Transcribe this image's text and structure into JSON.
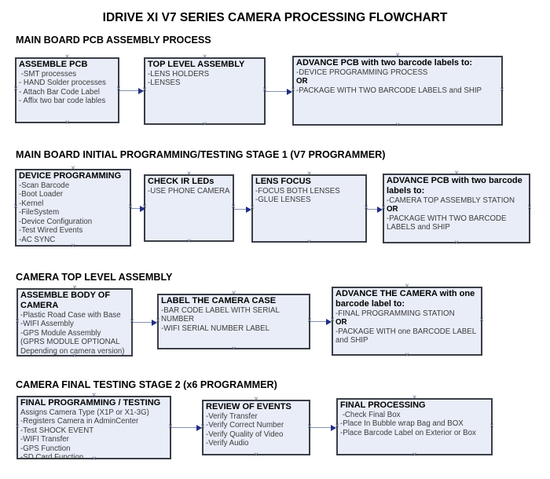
{
  "title": "IDRIVE XI V7 SERIES CAMERA PROCESSING FLOWCHART",
  "icons": {
    "connection_point": "×"
  },
  "colors": {
    "box_fill": "#e9edf8",
    "box_border": "#3a3e46",
    "arrow_line": "#8391b5",
    "arrow_head": "#202e88",
    "connection_point": "#6e7791"
  },
  "sections": [
    {
      "header": "MAIN BOARD PCB ASSEMBLY PROCESS",
      "boxes": [
        {
          "heading": "ASSEMBLE PCB",
          "lines": [
            " -SMT processes",
            "- HAND Solder processes",
            "- Attach Bar Code Label",
            "- Affix two bar code lables"
          ]
        },
        {
          "heading": "TOP LEVEL ASSEMBLY",
          "lines": [
            "-LENS HOLDERS",
            "-LENSES"
          ]
        },
        {
          "heading": "ADVANCE PCB with two barcode labels to:",
          "lines": [
            "-DEVICE PROGRAMMING PROCESS",
            "OR",
            "-PACKAGE WITH TWO BARCODE LABELS and SHIP"
          ]
        }
      ]
    },
    {
      "header": "MAIN BOARD INITIAL PROGRAMMING/TESTING STAGE 1 (V7 PROGRAMMER)",
      "boxes": [
        {
          "heading": "DEVICE PROGRAMMING",
          "lines": [
            "-Scan Barcode",
            "-Boot Loader",
            "-Kernel",
            "-FileSystem",
            "-Device Configuration",
            "-Test Wired Events",
            "-AC SYNC"
          ]
        },
        {
          "heading": "CHECK IR LEDs",
          "lines": [
            "-USE PHONE CAMERA"
          ]
        },
        {
          "heading": "LENS FOCUS",
          "lines": [
            "-FOCUS BOTH LENSES",
            "-GLUE LENSES"
          ]
        },
        {
          "heading": "ADVANCE PCB with two barcode labels to:",
          "lines": [
            "-CAMERA TOP ASSEMBLY STATION",
            "OR",
            "-PACKAGE WITH TWO BARCODE LABELS and SHIP"
          ]
        }
      ]
    },
    {
      "header": "CAMERA TOP LEVEL ASSEMBLY",
      "boxes": [
        {
          "heading": "ASSEMBLE BODY OF CAMERA",
          "lines": [
            "-Plastic Road Case with Base",
            "-WIFI Assembly",
            "-GPS Module Assembly",
            "(GPRS MODULE OPTIONAL",
            "Depending on camera version)"
          ]
        },
        {
          "heading": "LABEL THE CAMERA CASE",
          "lines": [
            "-BAR CODE LABEL WITH SERIAL NUMBER",
            "-WIFI SERIAL NUMBER LABEL"
          ]
        },
        {
          "heading": "ADVANCE THE CAMERA with one barcode label to:",
          "lines": [
            "-FINAL PROGRAMMING STATION",
            "OR",
            "-PACKAGE WITH one BARCODE LABEL and SHIP"
          ]
        }
      ]
    },
    {
      "header": "CAMERA FINAL TESTING STAGE 2 (x6 PROGRAMMER)",
      "boxes": [
        {
          "heading": "FINAL PROGRAMMING / TESTING",
          "lines": [
            "Assigns Camera Type (X1P or X1-3G)",
            "-Registers Camera in AdminCenter",
            "-Test SHOCK EVENT",
            "-WIFI Transfer",
            "-GPS Function",
            "-SD Card Function"
          ]
        },
        {
          "heading": "REVIEW OF EVENTS",
          "lines": [
            "-Verify Transfer",
            "-Verify Correct Number",
            "-Verify Quality of Video",
            "-Verify Audio"
          ]
        },
        {
          "heading": "FINAL PROCESSING",
          "lines": [
            " -Check Final Box",
            "-Place In Bubble wrap Bag and BOX",
            "-Place Barcode Label on Exterior or Box"
          ]
        }
      ]
    }
  ]
}
